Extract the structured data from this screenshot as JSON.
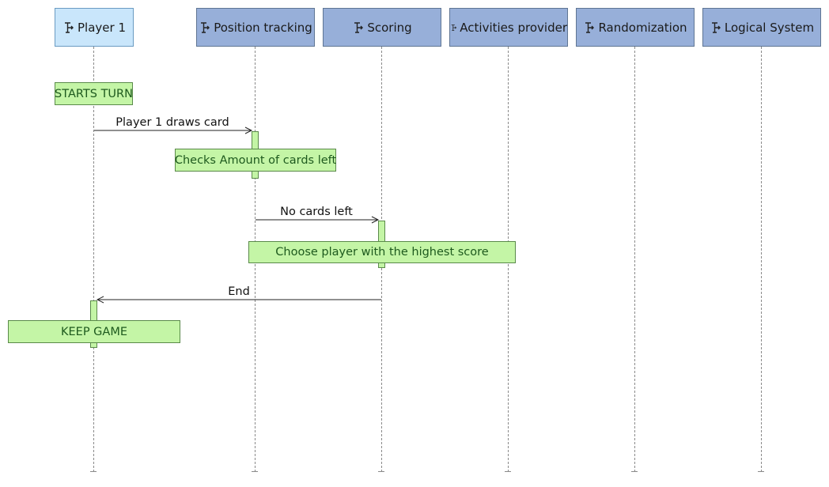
{
  "lifelines": [
    {
      "label": "Player 1",
      "kind": "actor",
      "icon": "component-icon"
    },
    {
      "label": "Position tracking",
      "kind": "component",
      "icon": "component-icon"
    },
    {
      "label": "Scoring",
      "kind": "component",
      "icon": "component-icon"
    },
    {
      "label": "Activities provider",
      "kind": "component",
      "icon": "component-icon"
    },
    {
      "label": "Randomization",
      "kind": "component",
      "icon": "component-icon"
    },
    {
      "label": "Logical System",
      "kind": "component",
      "icon": "component-icon"
    }
  ],
  "notes": [
    {
      "text": "STARTS TURN"
    },
    {
      "text": "Checks Amount of cards left"
    },
    {
      "text": "Choose player with the highest score"
    },
    {
      "text": "KEEP GAME"
    }
  ],
  "messages": [
    {
      "label": "Player 1 draws card",
      "from": "Player 1",
      "to": "Position tracking"
    },
    {
      "label": "No cards left",
      "from": "Position tracking",
      "to": "Scoring"
    },
    {
      "label": "End",
      "from": "Scoring",
      "to": "Player 1"
    }
  ],
  "colors": {
    "actor_fill": "#c9e6fb",
    "component_fill": "#97afd9",
    "note_fill": "#c4f5a6",
    "note_text": "#1e5a1e"
  }
}
